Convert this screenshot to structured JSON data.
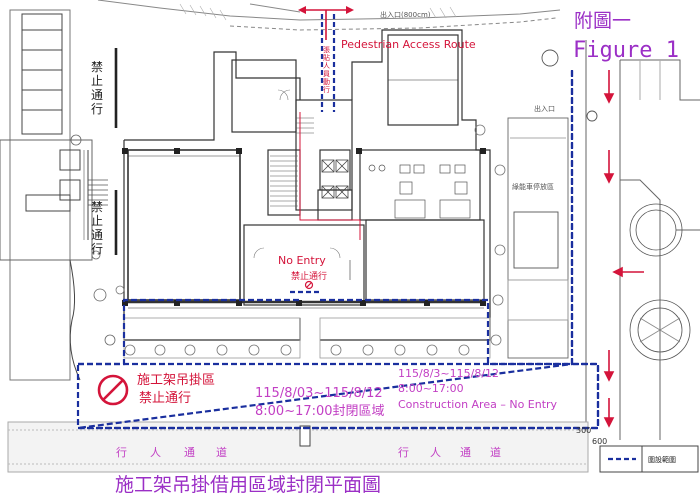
{
  "colors": {
    "line": "#333333",
    "light": "#888888",
    "red": "#d4143a",
    "magenta": "#c23fc4",
    "blue": "#1a2f9e",
    "navy": "#10237a",
    "title_purple": "#9b2fc6"
  },
  "figure": {
    "title_cn": "附圖一",
    "title_en": "Figure 1"
  },
  "labels": {
    "pedestrian_route": "Pedestrian Access Route",
    "no_entry": "No Entry",
    "no_entry_cn": "禁止通行",
    "scaffold_area_cn": "施工架吊掛區",
    "scaffold_no_entry_cn": "禁止通行",
    "left_no_pass_1": "禁止通行",
    "left_no_pass_2": "禁止通行",
    "closure_date_cn": "115/8/03~115/8/12",
    "closure_time_cn": "8:00~17:00封閉區域",
    "closure_date_en": "115/8/3~115/8/12",
    "closure_time_en": "8:00~17:00",
    "construction_area_en": "Construction Area – No Entry",
    "walkway_chars": [
      "行",
      "人",
      "通",
      "道",
      "行",
      "人",
      "通",
      "道"
    ],
    "dim_300": "300",
    "dim_600": "600",
    "title_cn": "施工架吊掛借用區域封閉平面圖",
    "top_entrance": "出入口(800cm)",
    "top_right_entrance": "出入口",
    "route_vertical": "張貼人員動行",
    "legend_label": "圍設範圍",
    "bike_parking": "綠能車停放區"
  }
}
